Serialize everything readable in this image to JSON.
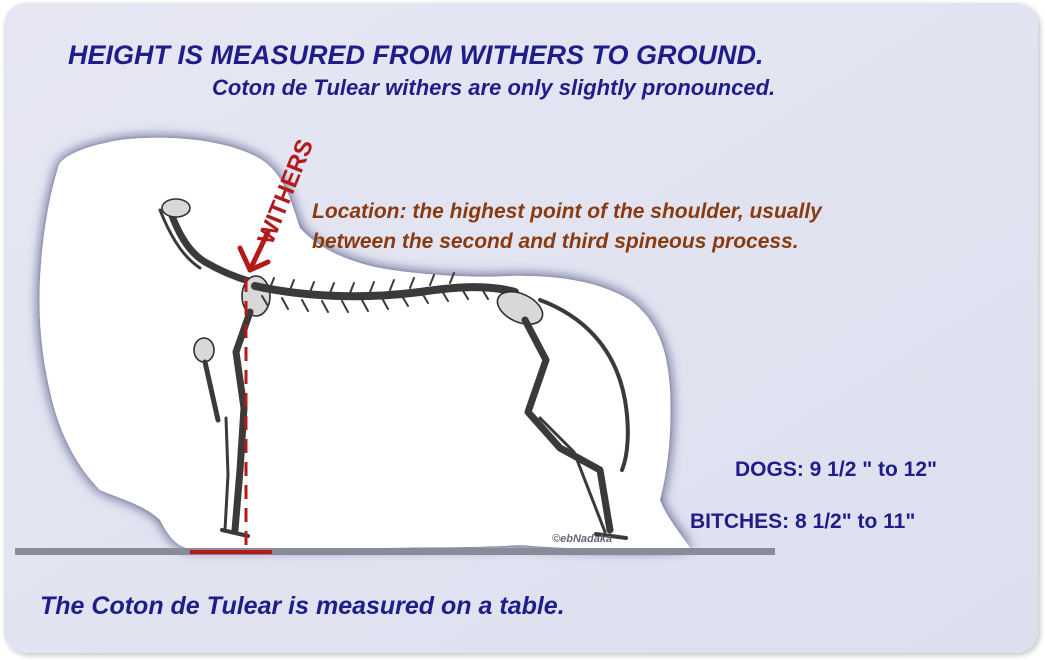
{
  "title": "HEIGHT IS MEASURED FROM WITHERS TO GROUND.",
  "subtitle": "Coton de Tulear withers are only slightly pronounced.",
  "withers_label": "WITHERS",
  "location_note": {
    "line1": "Location: the highest point of the shoulder, usually",
    "line2": "between the second and third spineous process."
  },
  "heights": {
    "dogs": "DOGS: 9 1/2 \" to 12\"",
    "bitches": "BITCHES: 8 1/2\" to 11\""
  },
  "credit": "©ebNadaka",
  "footer": "The Coton de Tulear is measured on a table.",
  "colors": {
    "background": "#e3e5f1",
    "title_blue": "#1e1e8a",
    "note_brown": "#8a3a10",
    "withers_red": "#b31a1a",
    "ground": "#8a8a99"
  }
}
